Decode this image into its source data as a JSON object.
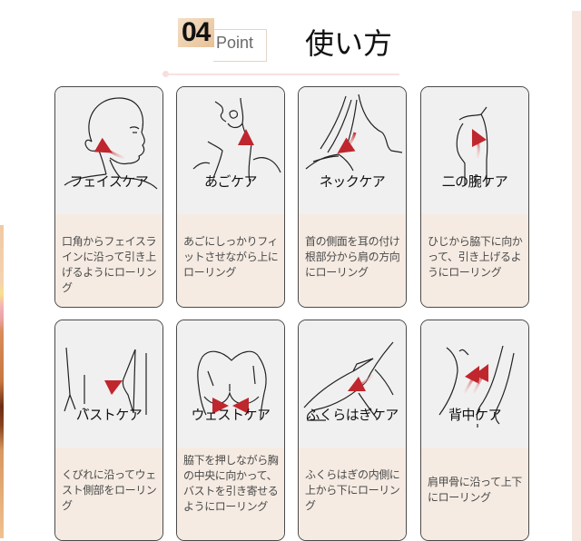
{
  "header": {
    "number": "04",
    "point_label": "Point",
    "title": "使い方"
  },
  "colors": {
    "accent_gold": "#e7c197",
    "arrow_red": "#c0262d",
    "card_top_bg": "#f0f0f0",
    "card_bottom_bg": "#f5ebe2",
    "card_border": "#4a4a4a"
  },
  "cards": [
    {
      "label": "フェイスケア",
      "icon": "face-profile-illustration",
      "description": "口角からフェイスラインに沿って引き上げるようにローリング"
    },
    {
      "label": "あごケア",
      "icon": "chin-neck-illustration",
      "description": "あごにしっかりフィットさせながら上にローリング"
    },
    {
      "label": "ネックケア",
      "icon": "neck-side-illustration",
      "description": "首の側面を耳の付け根部分から肩の方向にローリング"
    },
    {
      "label": "二の腕ケア",
      "icon": "upper-arm-illustration",
      "description": "ひじから脇下に向かって、引き上げるようにローリング"
    },
    {
      "label": "バストケア",
      "icon": "waist-side-illustration",
      "description": "くびれに沿ってウェスト側部をローリング"
    },
    {
      "label": "ウェストケア",
      "icon": "chest-illustration",
      "description": "脇下を押しながら胸の中央に向かって、バストを引き寄せるようにローリング"
    },
    {
      "label": "ふくらはぎケア",
      "icon": "calf-leg-illustration",
      "description": "ふくらはぎの内側に上から下にローリング"
    },
    {
      "label": "背中ケア",
      "icon": "back-illustration",
      "description": "肩甲骨に沿って上下にローリング"
    }
  ]
}
